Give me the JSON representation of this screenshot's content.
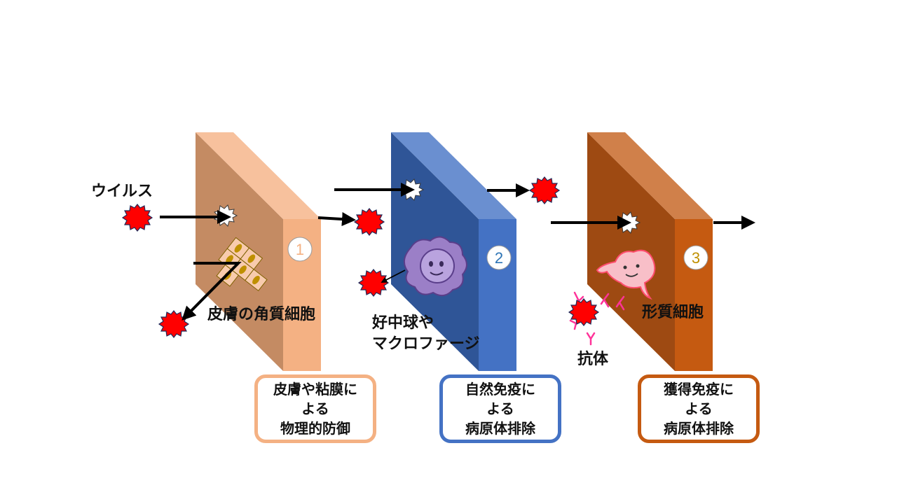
{
  "virus_label": "ウイルス",
  "barriers": [
    {
      "number": "1",
      "number_color": "#F4B183",
      "colors": {
        "face": "#C48B63",
        "top": "#F7C19D",
        "side": "#F4B183"
      },
      "cell_label": "皮膚の角質細胞",
      "box_lines": [
        "皮膚や粘膜に",
        "よる",
        "物理的防御"
      ],
      "box_border": "#F4B183"
    },
    {
      "number": "2",
      "number_color": "#2E75B6",
      "colors": {
        "face": "#2F5597",
        "top": "#6A8FD0",
        "side": "#4472C4"
      },
      "cell_label_lines": [
        "好中球や",
        "マクロファージ"
      ],
      "box_lines": [
        "自然免疫に",
        "よる",
        "病原体排除"
      ],
      "box_border": "#4472C4"
    },
    {
      "number": "3",
      "number_color": "#BF9000",
      "colors": {
        "face": "#9E4A12",
        "top": "#D0804A",
        "side": "#C55A11"
      },
      "cell_label": "形質細胞",
      "antibody_label": "抗体",
      "box_lines": [
        "獲得免疫に",
        "よる",
        "病原体排除"
      ],
      "box_border": "#C55A11"
    }
  ],
  "colors": {
    "virus": "#FF0000",
    "virus_outline": "#1F2A5A",
    "antibody": "#FF3399",
    "arrow": "#000000",
    "cell_pink": "#F8BFC8",
    "macrophage": "#9B7FC7"
  }
}
